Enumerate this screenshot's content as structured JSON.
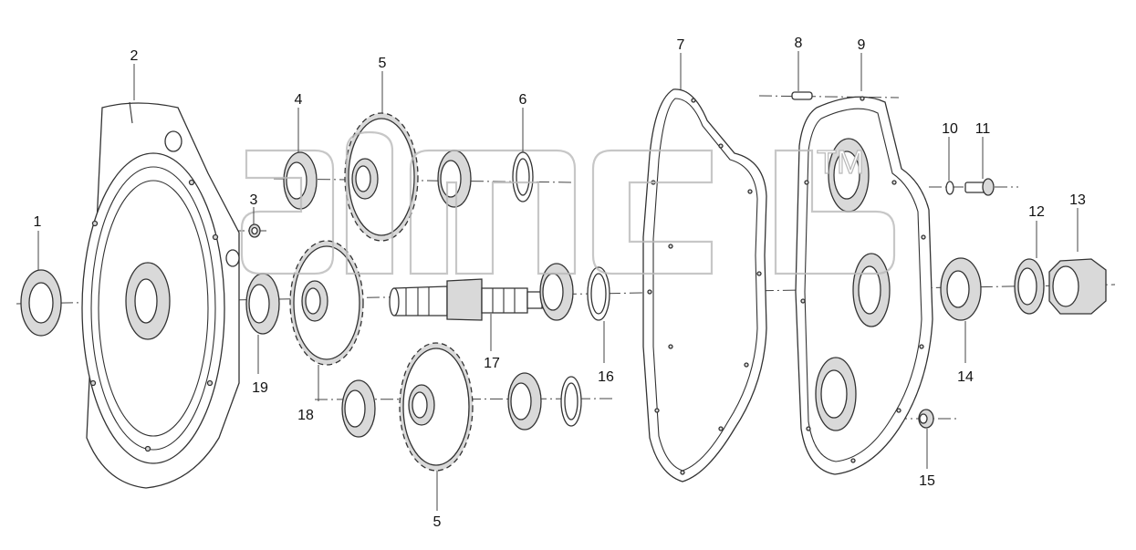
{
  "watermark": {
    "trademark": "TM"
  },
  "callouts": [
    "1",
    "2",
    "3",
    "4",
    "5",
    "5",
    "6",
    "7",
    "8",
    "9",
    "10",
    "11",
    "12",
    "13",
    "14",
    "15",
    "16",
    "17",
    "18",
    "19"
  ]
}
